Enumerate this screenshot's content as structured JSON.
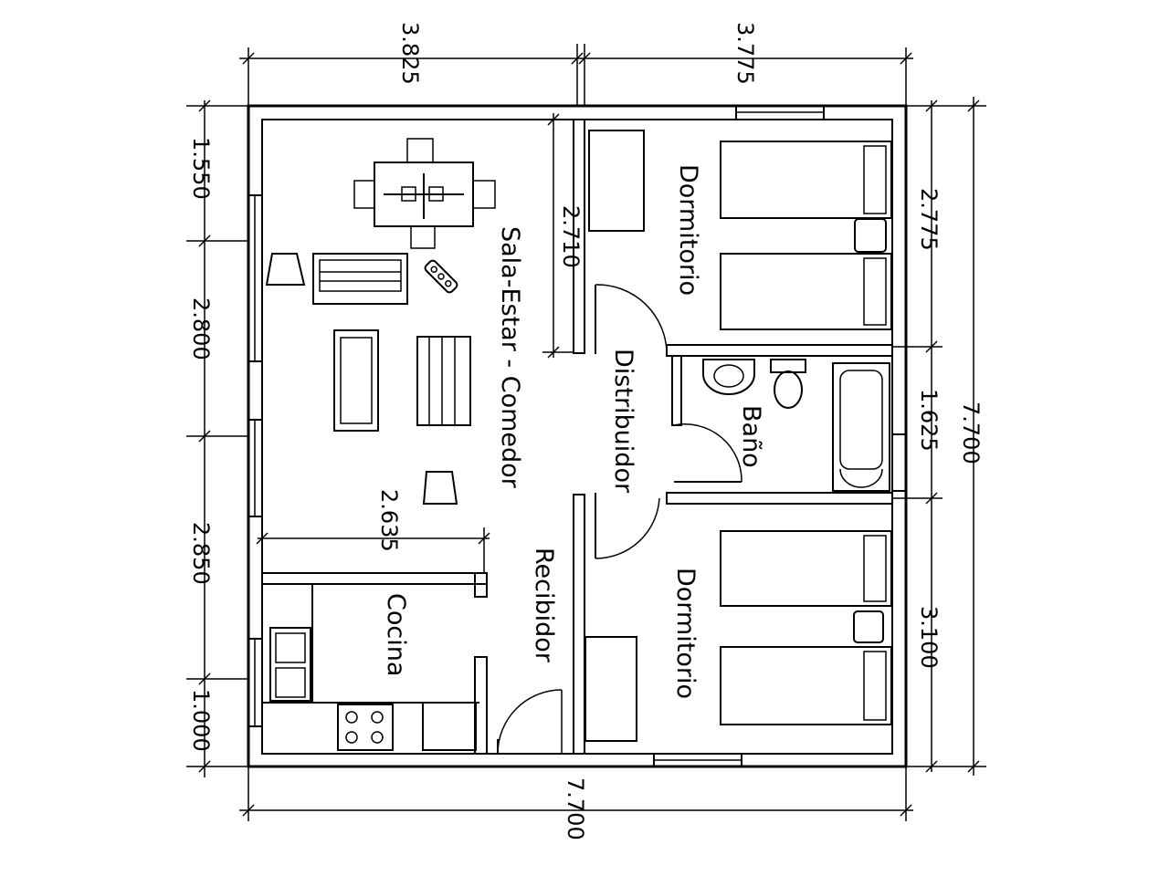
{
  "rooms": {
    "sala": "Sala-Estar - Comedor",
    "dormitorio_top": "Dormitorio",
    "dormitorio_bottom": "Dormitorio",
    "distribuidor": "Distribuidor",
    "bano": "Baño",
    "cocina": "Cocina",
    "recibidor": "Recibidor"
  },
  "dimensions": {
    "top_left": "3.825",
    "top_right": "3.775",
    "bottom_total": "7.700",
    "right_total": "7.700",
    "left_1": "1.550",
    "left_2": "2.800",
    "left_3": "2.850",
    "left_4": "1.000",
    "right_1": "2.775",
    "right_2": "1.625",
    "right_3": "3.100",
    "inner_vertical": "2.710",
    "inner_horizontal": "2.635"
  }
}
